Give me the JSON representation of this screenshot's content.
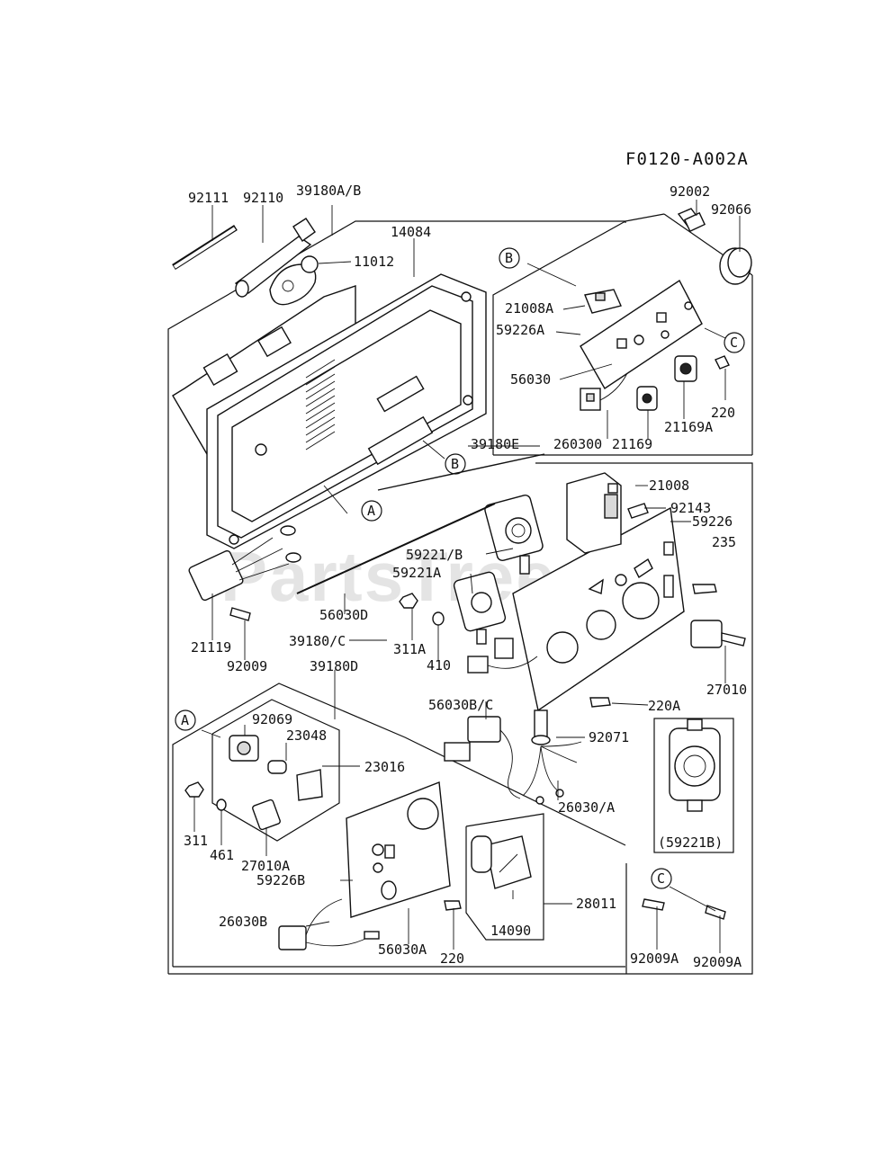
{
  "diagram_code": "F0120-A002A",
  "watermark": "PartsTree",
  "detail_box_label": "(59221B)",
  "callouts": {
    "A": "A",
    "B": "B",
    "C": "C"
  },
  "parts": [
    "92111",
    "92110",
    "39180A/B",
    "14084",
    "11012",
    "92002",
    "92066",
    "21008A",
    "59226A",
    "56030",
    "220",
    "21169A",
    "260300",
    "21169",
    "39180E",
    "21008",
    "92143",
    "59226",
    "235",
    "59221/B",
    "59221A",
    "56030D",
    "311A",
    "410",
    "21119",
    "92009",
    "39180/C",
    "39180D",
    "27010",
    "220A",
    "56030B/C",
    "92071",
    "26030/A",
    "92069",
    "23048",
    "23016",
    "311",
    "461",
    "27010A",
    "59226B",
    "26030B",
    "56030A",
    "220",
    "14090",
    "28011",
    "92009A",
    "92009A"
  ]
}
